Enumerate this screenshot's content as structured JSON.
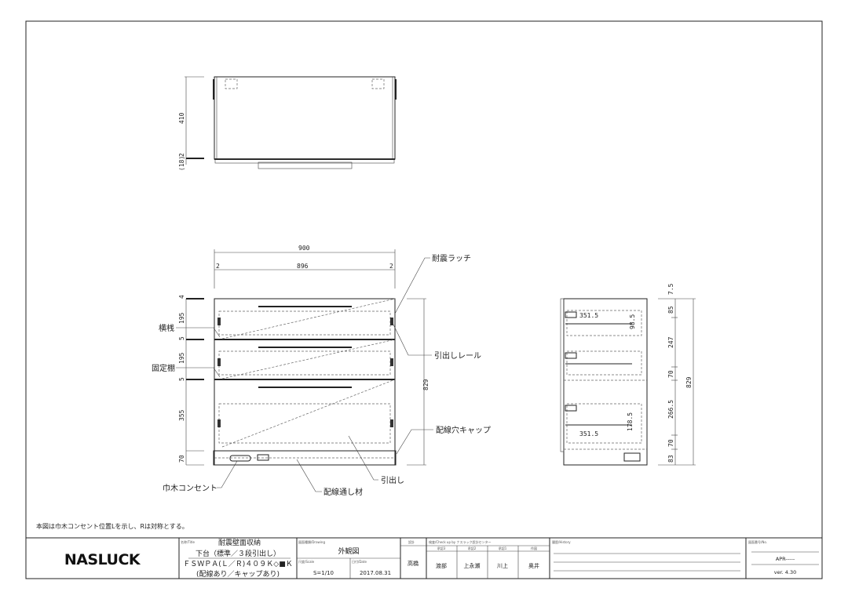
{
  "note": "本図は巾木コンセント位置Lを示し、Rは対称とする。",
  "top_view": {
    "dims": [
      "410",
      "2",
      "(18)"
    ]
  },
  "front_view": {
    "dims_top": [
      "900",
      "2",
      "896",
      "2"
    ],
    "dims_left": [
      "4",
      "195",
      "5",
      "195",
      "5",
      "355",
      "70"
    ],
    "dim_right": "829",
    "callouts": {
      "latch": "耐震ラッチ",
      "rail": "引出しレール",
      "cap": "配線穴キャップ",
      "drawer": "引出し",
      "wiring": "配線通し材",
      "outlet": "巾木コンセント",
      "crossbar": "横桟",
      "shelf": "固定棚"
    }
  },
  "side_view": {
    "dims": [
      "7.5",
      "85",
      "247",
      "70",
      "266.5",
      "70",
      "83"
    ],
    "total": "829",
    "inner": [
      "351.5",
      "98.5",
      "351.5",
      "178.5"
    ]
  },
  "title_block": {
    "logo": "NASLUCK",
    "title_label": "名称/Title",
    "title_line1": "耐震壁面収納",
    "title_line2": "下台（標準／３段引出し）",
    "title_line3": "ＦＳＷＰＡ(Ｌ／Ｒ)４０９Ｋ◇■Ｋ",
    "title_line4": "(配線あり／キャップあり)",
    "drawing_label": "図面種類/Drawing",
    "drawing_value": "外観図",
    "scale_label": "尺度/Scale",
    "scale_value": "S=1/10",
    "date_label": "日付/Date",
    "date_value": "2017.08.31",
    "design_label": "設計",
    "designer": "高橋",
    "check_label": "検査/Check up by ナスラック設計センター",
    "approvers": [
      {
        "label": "承認3",
        "name": "渡部"
      },
      {
        "label": "承認2",
        "name": "上永瀬"
      },
      {
        "label": "承認1",
        "name": "川上"
      },
      {
        "label": "作図",
        "name": "奥井"
      }
    ],
    "history_label": "履歴/History",
    "number_label": "図面番号/No.",
    "number_value": "APR-----",
    "version": "ver. 4.30"
  }
}
